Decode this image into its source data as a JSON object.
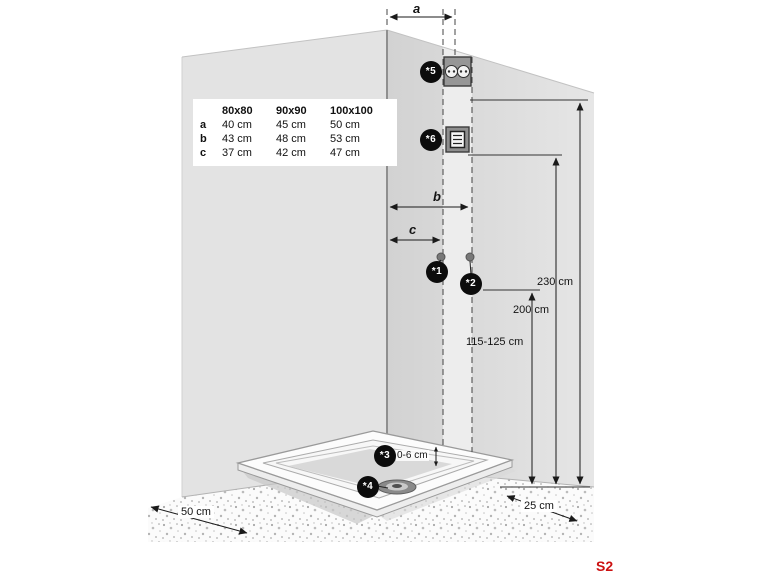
{
  "table": {
    "columns": [
      "80x80",
      "90x90",
      "100x100"
    ],
    "rows": [
      {
        "label": "a",
        "values": [
          "40 cm",
          "45 cm",
          "50 cm"
        ]
      },
      {
        "label": "b",
        "values": [
          "43 cm",
          "48 cm",
          "53 cm"
        ]
      },
      {
        "label": "c",
        "values": [
          "37 cm",
          "42 cm",
          "47 cm"
        ]
      }
    ]
  },
  "markers": {
    "m1": "*1",
    "m2": "*2",
    "m3": "*3",
    "m4": "*4",
    "m5": "*5",
    "m6": "*6"
  },
  "dimensions": {
    "a": "a",
    "b": "b",
    "c": "c",
    "height_total": "230 cm",
    "height_control": "200 cm",
    "height_fittings": "115-125 cm",
    "floor_left": "50 cm",
    "floor_right": "25 cm",
    "tray_adjust": "0-6 cm"
  },
  "icons": {
    "socket_icon": "double-power-socket",
    "control_icon": "control-panel-switch"
  },
  "footer": {
    "model_code": "S2"
  },
  "colors": {
    "accent_red": "#cc1111"
  }
}
